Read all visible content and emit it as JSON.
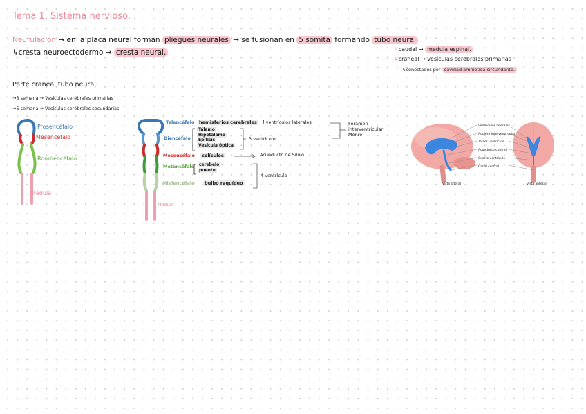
{
  "title": "Tema 1. Sistema nervioso.",
  "neurulacion": {
    "term": "Neurulación",
    "line1_a": "→ en la placa neural forman",
    "pliegues": "pliegues neurales",
    "line1_b": "→ se fusionan en",
    "somita": "5 somita",
    "formando": "formando",
    "tubo": "tubo neural",
    "line2_a": "↳cresta neuroectodermo →",
    "cresta": "cresta neural."
  },
  "tubo_branches": {
    "caudal": "caudal →",
    "medula": "medula espinal.",
    "craneal": "craneal → vesículas cerebrales primarias",
    "conectados": "↳conectados por",
    "cavidad": "cavidad amniótica circundante."
  },
  "parte_craneal": {
    "heading": "Parte craneal tubo neural:",
    "item1": "→3 semana → Vesículas cerebrales primarias",
    "item2": "→5 semana → Vesículas cerebrales secundarias"
  },
  "diagram_left": {
    "prosencefalo": "Prosencéfalo",
    "mesencefalo": "Mesencéfalo",
    "rombencefalo": "Rombencéfalo",
    "medula": "Médula"
  },
  "diagram_mid": {
    "telencefalo": "Telencéfalo",
    "hemisferios": "hemisferios cerebrales",
    "ventriculos_laterales": "] ventrículos laterales",
    "diencefalo": "Diencéfalo",
    "talamo": "Tálamo",
    "hipotalamo": "Hipotálamo",
    "epifisis": "Epífisis",
    "vesicula_optica": "Vesícula óptica",
    "tercer_ventriculo": "3 ventrículo",
    "mesencefalo": "Mesencéfalo",
    "colliculos": "colículos",
    "acueducto": "Acueducto de Silvio",
    "metencefalo": "Metencéfalo",
    "cerebelo": "cerebelo",
    "puente": "puente",
    "mielencefalo": "Mielencéfalo",
    "bulbo": "bulbo raquídeo",
    "cuarto_ventriculo": "4 ventrículo",
    "foramen": [
      "Foramen",
      "interventricular",
      "Monro"
    ],
    "medula": "Médula"
  },
  "brain_image": {
    "labels": [
      "Ventrículos laterales",
      "Agujero interventricular",
      "Tercer ventrículo",
      "Acueducto central",
      "Cuarto ventrículo",
      "Canal central"
    ],
    "vista_lateral": "Vista lateral",
    "vista_anterior": "Vista anterior"
  },
  "colors": {
    "pink": "#e98a9b",
    "highlight": "#f6c7cf",
    "blue": "#3a78b5",
    "red": "#cc2b2b",
    "green": "#7cc04e",
    "sage": "#b8cfa8"
  }
}
